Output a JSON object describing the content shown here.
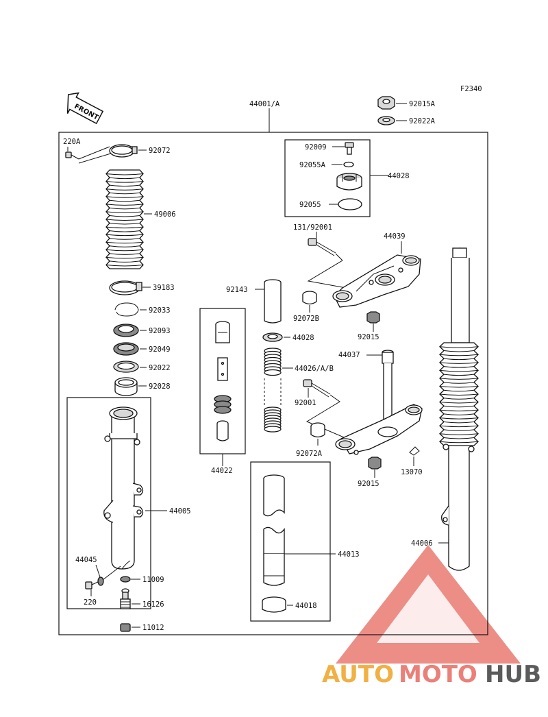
{
  "diagram_code": "F2340",
  "front_label": "FRONT",
  "colors": {
    "line": "#111111",
    "watermark_red": "#e8736b",
    "watermark_orange": "#f0a830",
    "watermark_dark": "#4a4a4a"
  },
  "labels": {
    "assembly": "44001/A",
    "nut": "92015A",
    "washer_top": "92022A",
    "bolt_220a": "220A",
    "clamp_92072": "92072",
    "boot": "49006",
    "clamp_39183": "39183",
    "clip_92033": "92033",
    "seal_92093": "92093",
    "ring_92049": "92049",
    "washer_92022": "92022",
    "spacer_92028": "92028",
    "cap_92009": "92009",
    "oring_92055a": "92055A",
    "cap_assy": "44028",
    "oring_92055": "92055",
    "bolt_131": "131/92001",
    "upper_bracket": "44039",
    "tube_92143": "92143",
    "clamp_92072b": "92072B",
    "nut_92015_top": "92015",
    "seat_44028": "44028",
    "spring": "44026/A/B",
    "stem": "44037",
    "bolt_92001": "92001",
    "clamp_92072a": "92072A",
    "nut_92015_bot": "92015",
    "clip_13070": "13070",
    "damper": "44022",
    "outer_tube": "44005",
    "inner_tube": "44013",
    "bushing": "44018",
    "fork_right": "44006",
    "gasket_44045": "44045",
    "bolt_220": "220",
    "washer_11009": "11009",
    "drain_16126": "16126",
    "cap_11012": "11012"
  },
  "watermark": {
    "part1": "AUTO",
    "part2": "MOTO",
    "part3": "HUB"
  }
}
